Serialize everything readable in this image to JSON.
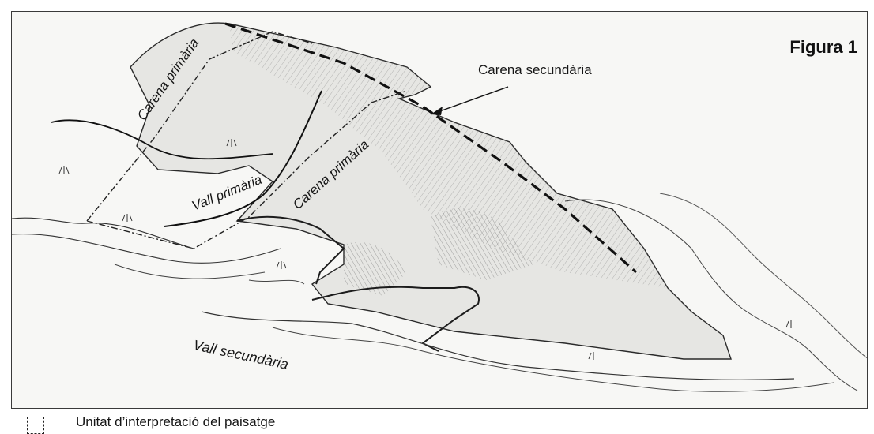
{
  "figure": {
    "title": "Figura 1"
  },
  "labels": {
    "carena_secundaria": "Carena secundària",
    "carena_primaria_left": "Carena primària",
    "carena_primaria_right": "Carena primària",
    "vall_primaria": "Vall primària",
    "vall_secundaria": "Vall secundària"
  },
  "legend": {
    "text": "Unitat d’interpretació del paisatge",
    "swatch_icon": "dashed-box-icon"
  },
  "colors": {
    "ink": "#161616",
    "paper": "#f7f7f5",
    "shade": "#9a9a9a"
  }
}
